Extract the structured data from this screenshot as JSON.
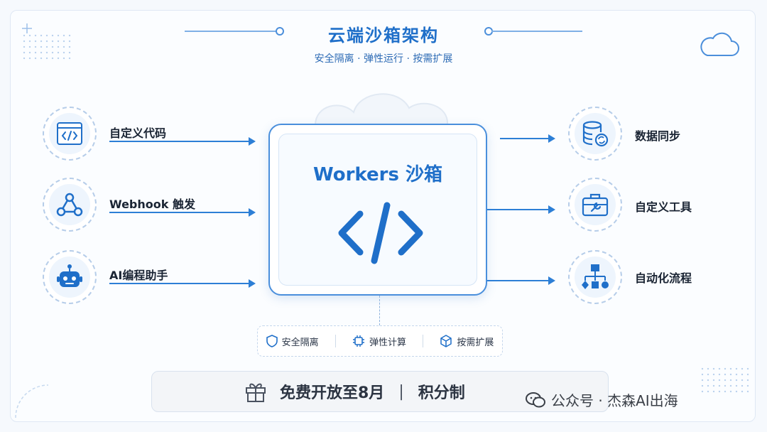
{
  "header": {
    "title": "云端沙箱架构",
    "subtitle": "安全隔离 · 弹性运行 · 按需扩展"
  },
  "inputs": [
    {
      "label": "自定义代码",
      "icon": "code-window-icon"
    },
    {
      "label": "Webhook 触发",
      "icon": "webhook-icon"
    },
    {
      "label": "AI编程助手",
      "icon": "robot-icon"
    }
  ],
  "sandbox": {
    "title": "Workers 沙箱",
    "icon": "code-brackets-icon"
  },
  "outputs": [
    {
      "label": "数据同步",
      "icon": "database-sync-icon"
    },
    {
      "label": "自定义工具",
      "icon": "toolbox-icon"
    },
    {
      "label": "自动化流程",
      "icon": "flowchart-icon"
    }
  ],
  "features": [
    {
      "label": "安全隔离",
      "icon": "shield-icon"
    },
    {
      "label": "弹性计算",
      "icon": "chip-icon"
    },
    {
      "label": "按需扩展",
      "icon": "cube-icon"
    }
  ],
  "promo": {
    "text": "免费开放至8月",
    "separator": "|",
    "text2": "积分制",
    "icon": "gift-icon"
  },
  "watermark": {
    "text": "公众号 · 杰森AI出海",
    "icon": "wechat-icon"
  },
  "colors": {
    "accent": "#1f6fc9",
    "arrow": "#2d7fd6",
    "background": "#f6f9fd"
  }
}
